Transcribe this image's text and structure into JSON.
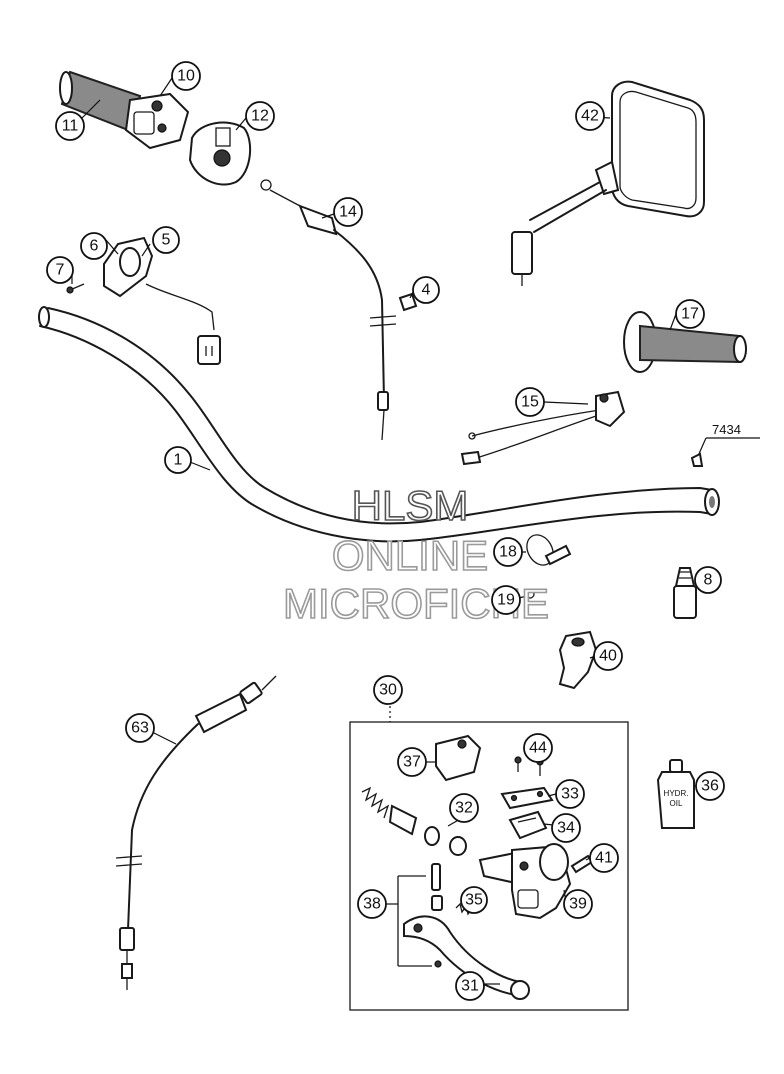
{
  "callouts": [
    {
      "id": "c10",
      "label": "10"
    },
    {
      "id": "c11",
      "label": "11"
    },
    {
      "id": "c12",
      "label": "12"
    },
    {
      "id": "c14",
      "label": "14"
    },
    {
      "id": "c42",
      "label": "42"
    },
    {
      "id": "c6",
      "label": "6"
    },
    {
      "id": "c5",
      "label": "5"
    },
    {
      "id": "c7",
      "label": "7"
    },
    {
      "id": "c4",
      "label": "4"
    },
    {
      "id": "c17",
      "label": "17"
    },
    {
      "id": "c15",
      "label": "15"
    },
    {
      "id": "c1",
      "label": "1"
    },
    {
      "id": "c18",
      "label": "18"
    },
    {
      "id": "c8",
      "label": "8"
    },
    {
      "id": "c19",
      "label": "19"
    },
    {
      "id": "c40",
      "label": "40"
    },
    {
      "id": "c30",
      "label": "30"
    },
    {
      "id": "c63",
      "label": "63"
    },
    {
      "id": "c37",
      "label": "37"
    },
    {
      "id": "c44",
      "label": "44"
    },
    {
      "id": "c33",
      "label": "33"
    },
    {
      "id": "c32",
      "label": "32"
    },
    {
      "id": "c34",
      "label": "34"
    },
    {
      "id": "c36",
      "label": "36"
    },
    {
      "id": "c41",
      "label": "41"
    },
    {
      "id": "c38",
      "label": "38"
    },
    {
      "id": "c35",
      "label": "35"
    },
    {
      "id": "c39",
      "label": "39"
    },
    {
      "id": "c31",
      "label": "31"
    }
  ],
  "ref_label": "7434",
  "oil_bottle_text": [
    "HYDR.",
    "OIL"
  ],
  "watermark": {
    "line1": "HLSM",
    "line2": "ONLINE",
    "line3": "MICROFICHE"
  }
}
